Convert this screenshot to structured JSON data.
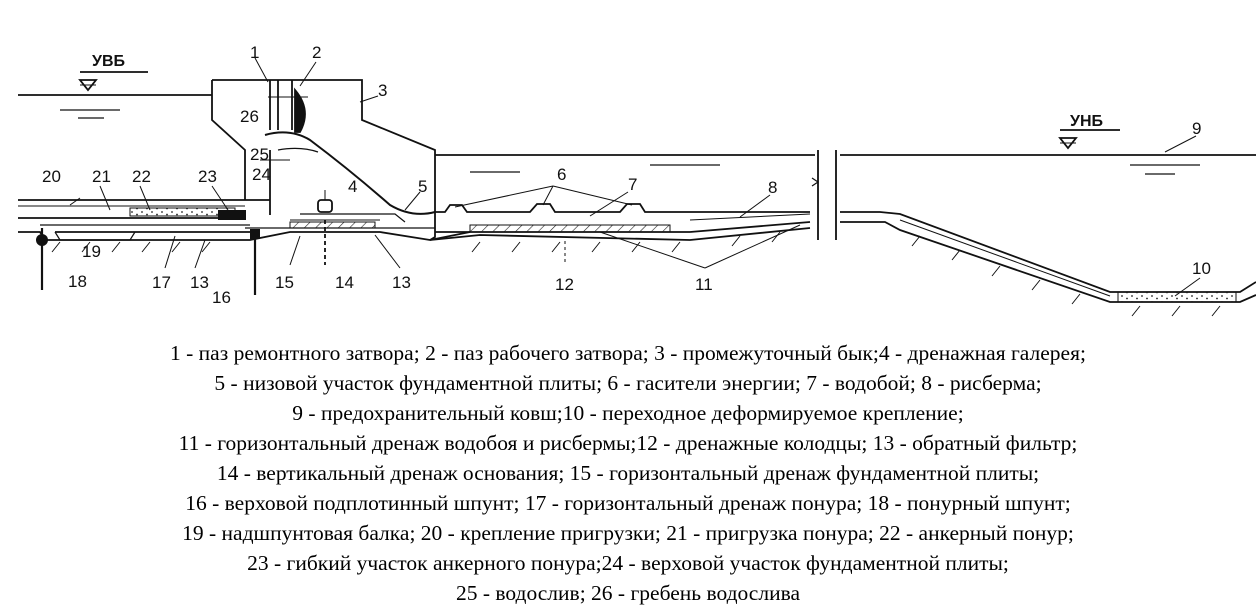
{
  "diagram": {
    "water_levels": {
      "upstream": "УВБ",
      "downstream": "УНБ"
    },
    "labels": {
      "l1": "1",
      "l2": "2",
      "l3": "3",
      "l4": "4",
      "l5": "5",
      "l6": "6",
      "l7": "7",
      "l8": "8",
      "l9": "9",
      "l10": "10",
      "l11": "11",
      "l12": "12",
      "l13a": "13",
      "l13b": "13",
      "l14": "14",
      "l15": "15",
      "l16": "16",
      "l17": "17",
      "l18": "18",
      "l19": "19",
      "l20": "20",
      "l21": "21",
      "l22": "22",
      "l23": "23",
      "l24": "24",
      "l25": "25",
      "l26": "26"
    }
  },
  "legend": [
    "1 - паз ремонтного затвора; 2 - паз рабочего затвора; 3 - промежуточный бык;4 - дренажная галерея;",
    "5 - низовой участок фундаментной плиты; 6 - гасители энергии; 7 - водобой; 8 - рисберма;",
    "9 - предохранительный ковш;10 - переходное деформируемое крепление;",
    "11 - горизонтальный дренаж водобоя и рисбермы;12 - дренажные колодцы; 13 - обратный фильтр;",
    "14 - вертикальный дренаж основания; 15 - горизонтальный дренаж фундаментной плиты;",
    "16 - верховой подплотинный шпунт; 17 - горизонтальный дренаж понура; 18 - понурный шпунт;",
    "19 - надшпунтовая балка; 20 - крепление пригрузки; 21 - пригрузка понура; 22 - анкерный понур;",
    "23 - гибкий участок анкерного понура;24 - верховой участок фундаментной плиты;",
    "25 - водослив; 26 - гребень водослива"
  ]
}
